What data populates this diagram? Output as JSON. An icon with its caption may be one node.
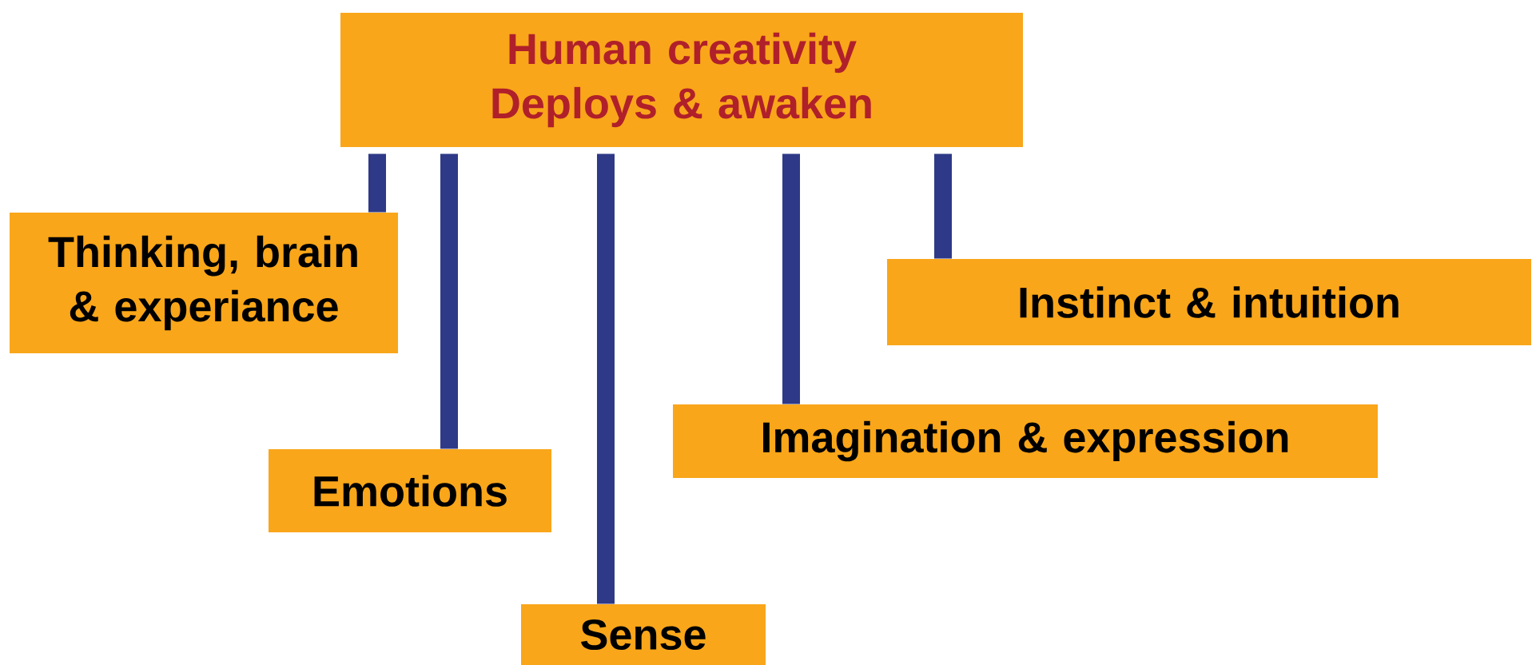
{
  "diagram": {
    "nodes": [
      {
        "text": [
          "Human creativity Deploys & awaken"
        ]
      },
      {
        "text": [
          "Thinking, brain & experiance"
        ]
      },
      {
        "text": [
          "Emotions"
        ]
      },
      {
        "text": [
          "Sense"
        ]
      },
      {
        "text": [
          "Imagination & expression"
        ]
      },
      {
        "text": [
          "Instinct & intuition"
        ]
      }
    ],
    "edges": [
      {
        "from": 0,
        "to": 1,
        "arrow": "none"
      },
      {
        "from": 0,
        "to": 2,
        "arrow": "none"
      },
      {
        "from": 0,
        "to": 3,
        "arrow": "none"
      },
      {
        "from": 0,
        "to": 4,
        "arrow": "none"
      },
      {
        "from": 0,
        "to": 5,
        "arrow": "none"
      }
    ]
  }
}
